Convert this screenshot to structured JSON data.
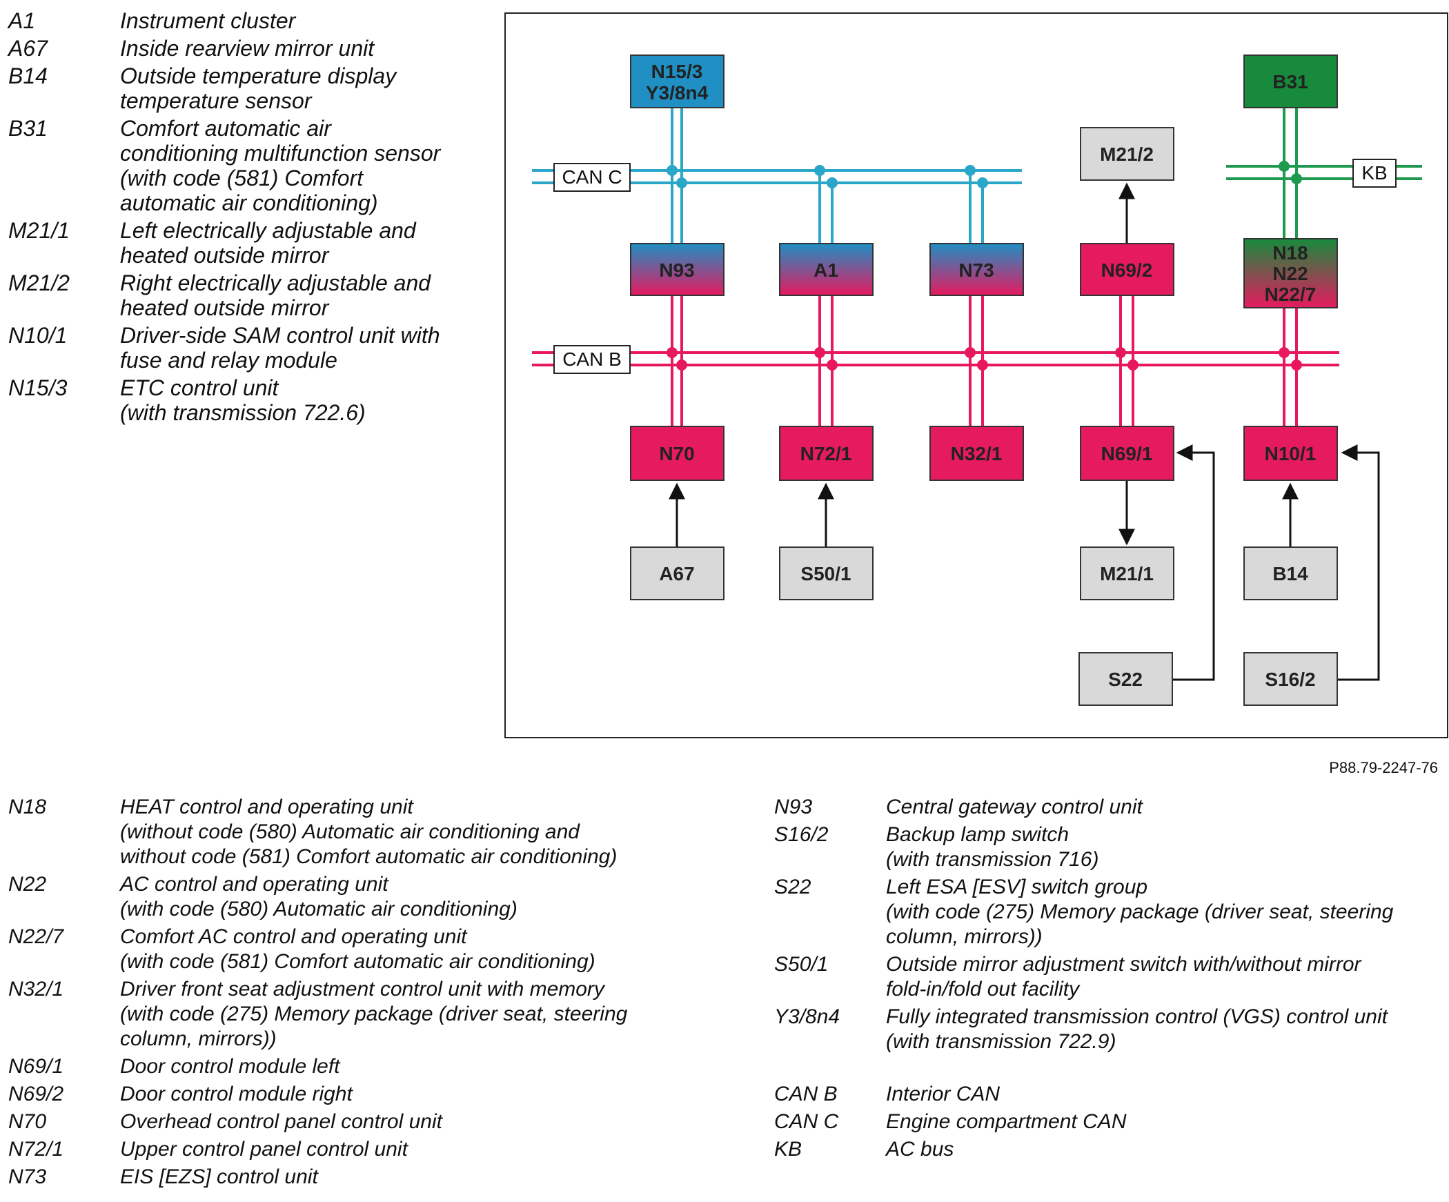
{
  "legend_top": [
    {
      "code": "A1",
      "desc": "Instrument cluster"
    },
    {
      "code": "A67",
      "desc": "Inside rearview mirror unit"
    },
    {
      "code": "B14",
      "desc": "Outside temperature display\ntemperature sensor"
    },
    {
      "code": "B31",
      "desc": "Comfort automatic air\nconditioning multifunction sensor\n(with code  (581) Comfort\nautomatic air conditioning)"
    },
    {
      "code": "M21/1",
      "desc": "Left electrically adjustable and\nheated outside mirror"
    },
    {
      "code": "M21/2",
      "desc": "Right electrically adjustable and\nheated outside mirror"
    },
    {
      "code": "N10/1",
      "desc": "Driver-side SAM control unit with\nfuse and relay module"
    },
    {
      "code": "N15/3",
      "desc": "ETC control unit\n(with transmission 722.6)"
    }
  ],
  "legend_bottom_left": [
    {
      "code": "N18",
      "desc": "HEAT control and operating unit\n(without code (580) Automatic air conditioning and\nwithout code (581) Comfort automatic air conditioning)"
    },
    {
      "code": "N22",
      "desc": "AC control and operating unit\n(with code (580) Automatic air conditioning)"
    },
    {
      "code": "N22/7",
      "desc": "Comfort AC control and operating unit\n(with code (581) Comfort automatic air conditioning)"
    },
    {
      "code": "N32/1",
      "desc": "Driver front seat adjustment control unit with memory\n(with code (275) Memory package (driver seat, steering\ncolumn, mirrors))"
    },
    {
      "code": "N69/1",
      "desc": "Door control module left"
    },
    {
      "code": "N69/2",
      "desc": "Door control module right"
    },
    {
      "code": "N70",
      "desc": "Overhead control panel control unit"
    },
    {
      "code": "N72/1",
      "desc": "Upper control panel control unit"
    },
    {
      "code": "N73",
      "desc": "EIS [EZS] control unit"
    }
  ],
  "legend_bottom_right": [
    {
      "code": "N93",
      "desc": "Central gateway control unit"
    },
    {
      "code": "S16/2",
      "desc": "Backup lamp switch\n(with transmission 716)"
    },
    {
      "code": "S22",
      "desc": "Left ESA [ESV] switch group\n(with code (275) Memory package (driver seat, steering\ncolumn, mirrors))"
    },
    {
      "code": "S50/1",
      "desc": "Outside mirror adjustment switch with/without mirror\nfold-in/fold out facility"
    },
    {
      "code": "Y3/8n4",
      "desc": "Fully integrated transmission control (VGS) control unit\n(with transmission 722.9)"
    }
  ],
  "legend_buses": [
    {
      "code": "CAN B",
      "desc": "Interior CAN"
    },
    {
      "code": "CAN C",
      "desc": "Engine compartment CAN"
    },
    {
      "code": "KB",
      "desc": "AC bus"
    }
  ],
  "diagram": {
    "bus_labels": {
      "can_c": "CAN C",
      "can_b": "CAN B",
      "kb": "KB"
    },
    "boxes": {
      "n15_3": "N15/3\nY3/8n4",
      "b31": "B31",
      "m21_2": "M21/2",
      "n93": "N93",
      "a1": "A1",
      "n73": "N73",
      "n69_2": "N69/2",
      "n18": "N18\nN22\nN22/7",
      "n70": "N70",
      "n72_1": "N72/1",
      "n32_1": "N32/1",
      "n69_1": "N69/1",
      "n10_1": "N10/1",
      "a67": "A67",
      "s50_1": "S50/1",
      "m21_1": "M21/1",
      "b14": "B14",
      "s22": "S22",
      "s16_2": "S16/2"
    },
    "colors": {
      "can_c": "#2aa6c9",
      "can_b": "#e8185f",
      "kb": "#1e9a4e",
      "blue_box": "#1f8fc4",
      "green_box": "#178a3c",
      "red_box": "#e61a5f",
      "gray_box": "#d9d9d9"
    }
  },
  "reference": "P88.79-2247-76"
}
